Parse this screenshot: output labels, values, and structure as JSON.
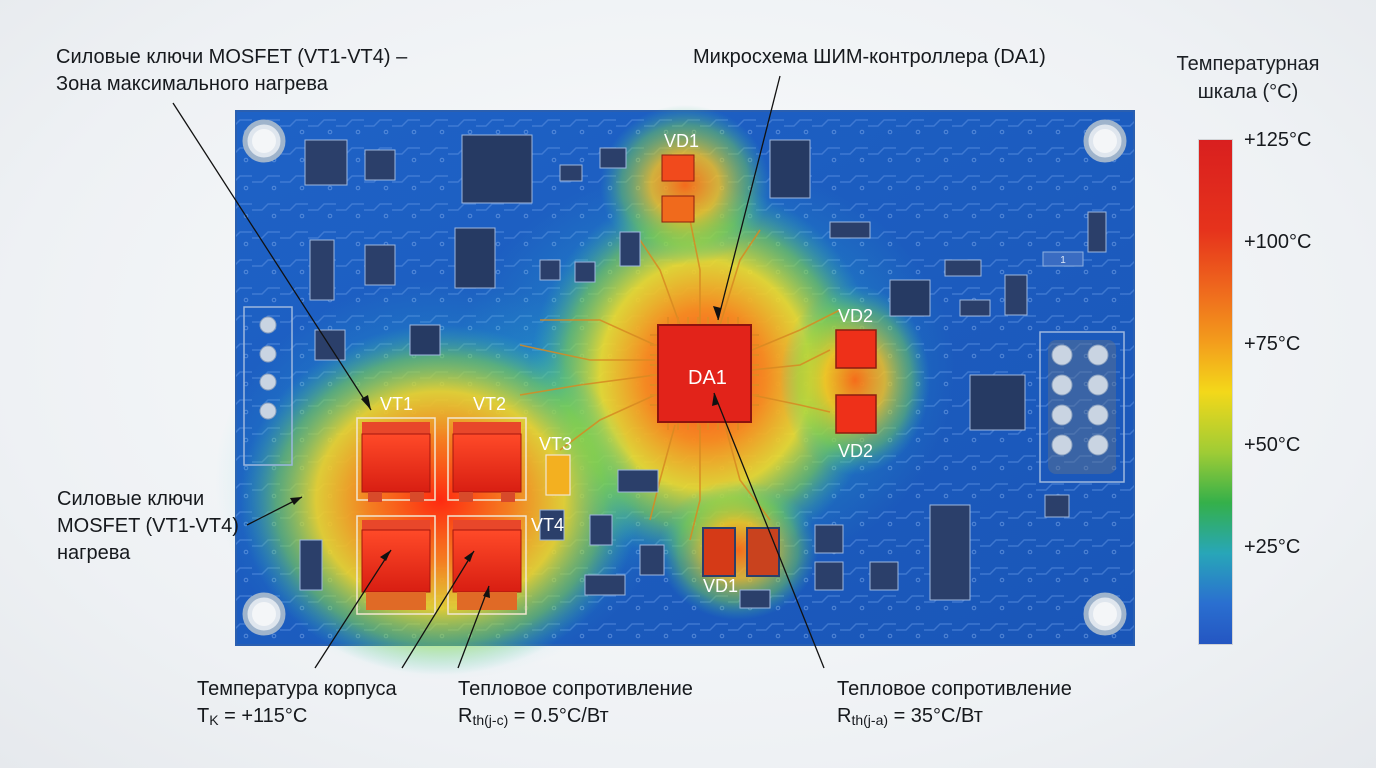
{
  "labels": {
    "mosfet_top_line1": "Силовые ключи MOSFET (VT1-VT4) –",
    "mosfet_top_line2": "Зона максимального нагрева",
    "pwm_title": "Микросхема ШИМ-контроллера (DA1)",
    "mosfet_left_line1": "Силовые ключи",
    "mosfet_left_line2": "MOSFET (VT1-VT4)",
    "mosfet_left_line3": "нагрева",
    "case_temp_line1": "Температура корпуса",
    "case_temp_symbol": "T",
    "case_temp_sub": "K",
    "case_temp_value": " = +115°C",
    "rth_jc_line1": "Тепловое сопротивление",
    "rth_jc_symbol": "R",
    "rth_jc_sub": "th(j-c)",
    "rth_jc_value": " = 0.5°C/Вт",
    "rth_ja_line1": "Тепловое сопротивление",
    "rth_ja_symbol": "R",
    "rth_ja_sub": "th(j-a)",
    "rth_ja_value": " = 35°C/Вт"
  },
  "components": {
    "vt1": "VT1",
    "vt2": "VT2",
    "vt3": "VT3",
    "vt4": "VT4",
    "da1": "DA1",
    "vd1_top": "VD1",
    "vd1_bottom": "VD1",
    "vd2_top": "VD2",
    "vd2_bottom": "VD2",
    "small_tag": "1"
  },
  "scale": {
    "title_line1": "Температурная",
    "title_line2": "шкала (°C)",
    "ticks": [
      "+125°C",
      "+100°C",
      "+75°C",
      "+50°C",
      "+25°C"
    ]
  },
  "colors": {
    "hot": "#d91f1f",
    "warm": "#f39c1c",
    "mid": "#f3d81a",
    "cool": "#34b04a",
    "cold": "#2456c2",
    "board": "#1f66c9"
  }
}
